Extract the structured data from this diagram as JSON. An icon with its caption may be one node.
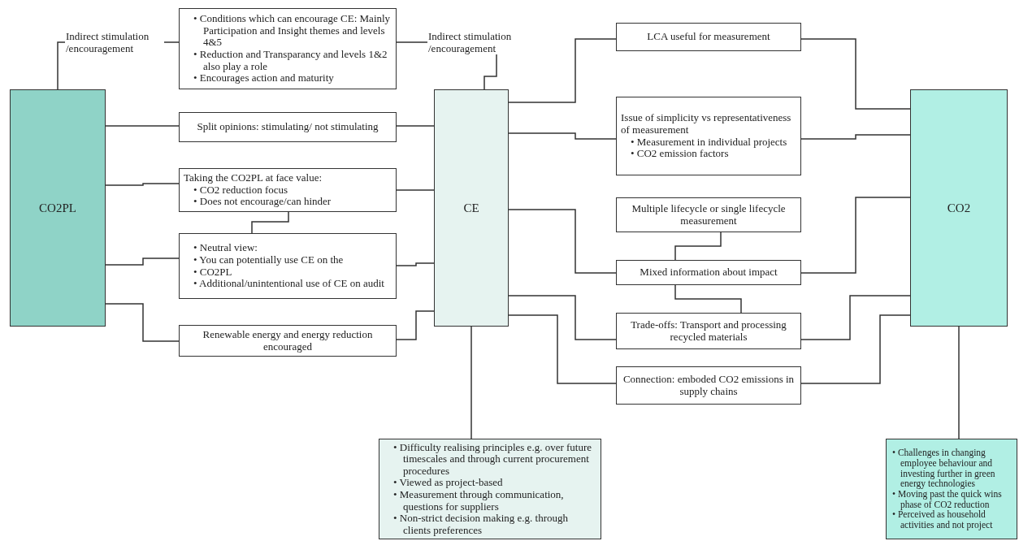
{
  "diagram": {
    "nodes": [
      {
        "text": [
          "CO2PL"
        ]
      },
      {
        "text": [
          "• Conditions which can encourage CE: Mainly Participation and Insight themes and levels 4&5",
          "• Reduction and Transparancy and levels 1&2 also play a role",
          "• Encourages action and maturity"
        ]
      },
      {
        "text": [
          "Split opinions: stimulating/ not stimulating"
        ]
      },
      {
        "text": [
          "Taking the CO2PL at face value:",
          "• CO2 reduction focus",
          "• Does not encourage/can hinder"
        ]
      },
      {
        "text": [
          "• Neutral view:",
          "• You can potentially use CE on the",
          "• CO2PL",
          "• Additional/unintentional use of CE on audit"
        ]
      },
      {
        "text": [
          "Renewable energy and energy reduction encouraged"
        ]
      },
      {
        "text": [
          "CE"
        ]
      },
      {
        "text": [
          "LCA useful for measurement"
        ]
      },
      {
        "text": [
          "Issue of simplicity vs representativeness of measurement",
          "• Measurement in individual projects",
          "• CO2 emission factors"
        ]
      },
      {
        "text": [
          "Multiple lifecycle or single lifecycle measurement"
        ]
      },
      {
        "text": [
          "Mixed information about impact"
        ]
      },
      {
        "text": [
          "Trade-offs: Transport and processing recycled materials"
        ]
      },
      {
        "text": [
          "Connection: emboded CO2 emissions in supply chains"
        ]
      },
      {
        "text": [
          "• Difficulty realising principles e.g. over future timescales and through current procurement procedures",
          "• Viewed as project-based",
          "• Measurement through communication, questions for suppliers",
          "• Non-strict decision making e.g. through clients preferences"
        ]
      },
      {
        "text": [
          "CO2"
        ]
      },
      {
        "text": [
          "• Challenges in changing employee behaviour and investing further in green energy technologies",
          "• Moving past the quick wins phase of CO2 reduction",
          "• Perceived as household activities and not project"
        ]
      }
    ],
    "edges": [
      {
        "from": 0,
        "to": 1,
        "arrow": "none",
        "label": "Indirect stimulation /encouragement"
      },
      {
        "from": 1,
        "to": 6,
        "arrow": "none",
        "label": "Indirect stimulation /encouragement"
      },
      {
        "from": 0,
        "to": 2,
        "arrow": "none"
      },
      {
        "from": 2,
        "to": 6,
        "arrow": "none"
      },
      {
        "from": 0,
        "to": 3,
        "arrow": "none"
      },
      {
        "from": 3,
        "to": 6,
        "arrow": "none"
      },
      {
        "from": 3,
        "to": 4,
        "arrow": "none"
      },
      {
        "from": 0,
        "to": 4,
        "arrow": "none"
      },
      {
        "from": 4,
        "to": 6,
        "arrow": "none"
      },
      {
        "from": 0,
        "to": 5,
        "arrow": "none"
      },
      {
        "from": 5,
        "to": 6,
        "arrow": "none"
      },
      {
        "from": 6,
        "to": 7,
        "arrow": "none"
      },
      {
        "from": 7,
        "to": 14,
        "arrow": "none"
      },
      {
        "from": 6,
        "to": 8,
        "arrow": "none"
      },
      {
        "from": 8,
        "to": 14,
        "arrow": "none"
      },
      {
        "from": 6,
        "to": 10,
        "arrow": "none"
      },
      {
        "from": 10,
        "to": 14,
        "arrow": "none"
      },
      {
        "from": 9,
        "to": 10,
        "arrow": "none"
      },
      {
        "from": 10,
        "to": 11,
        "arrow": "none"
      },
      {
        "from": 6,
        "to": 11,
        "arrow": "none"
      },
      {
        "from": 11,
        "to": 14,
        "arrow": "none"
      },
      {
        "from": 6,
        "to": 12,
        "arrow": "none"
      },
      {
        "from": 12,
        "to": 14,
        "arrow": "none"
      },
      {
        "from": 6,
        "to": 13,
        "arrow": "none"
      },
      {
        "from": 14,
        "to": 15,
        "arrow": "none"
      }
    ]
  }
}
